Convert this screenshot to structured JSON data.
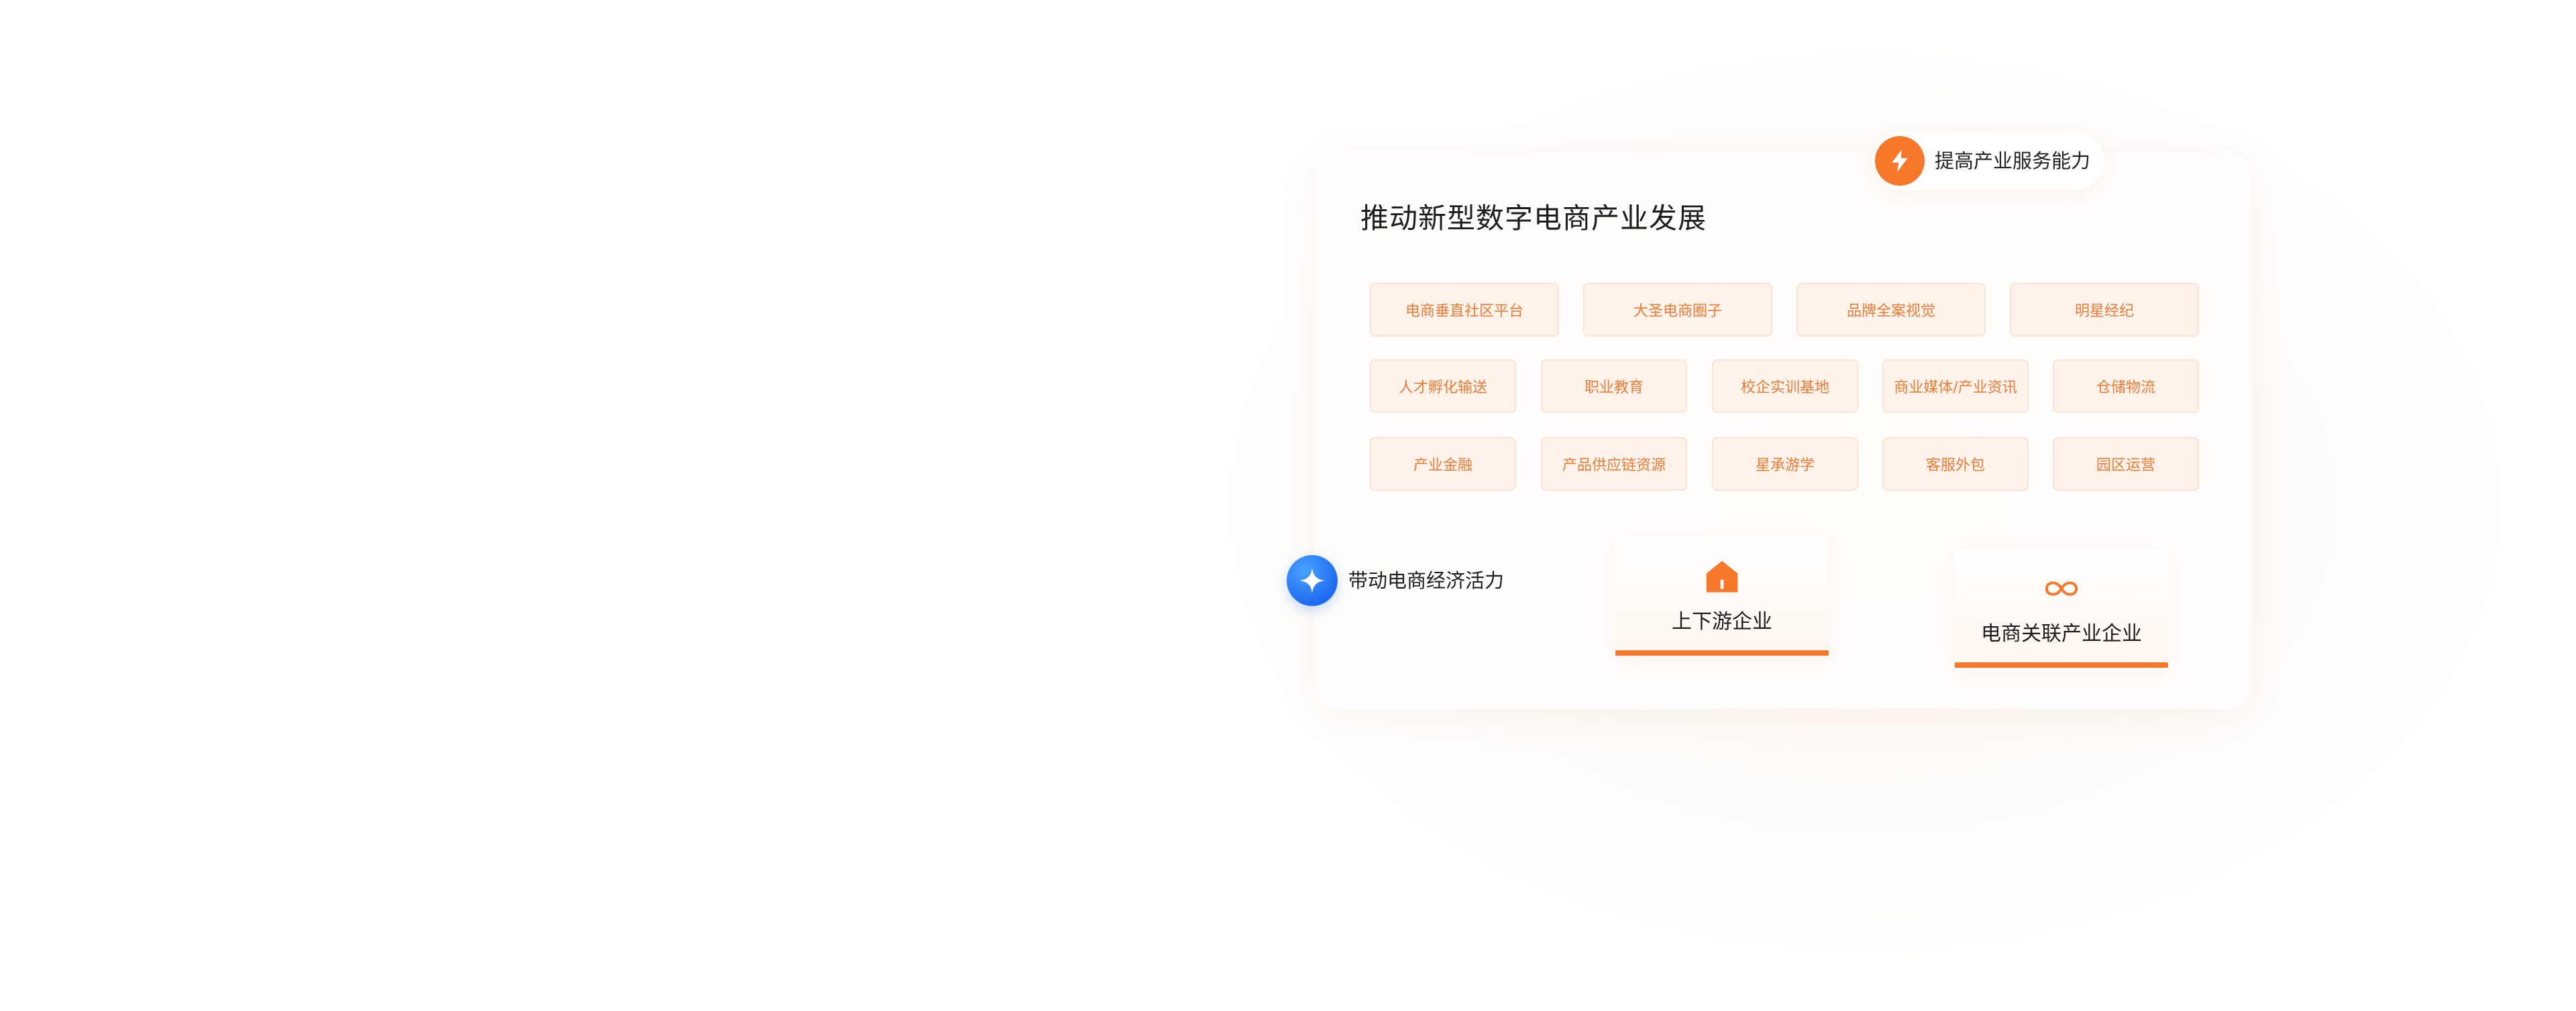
{
  "title": "推动新型数字电商产业发展",
  "top_pill": {
    "label": "提高产业服务能力",
    "icon": "lightning-icon",
    "color": "#f7782a"
  },
  "rows": [
    [
      "电商垂直社区平台",
      "大圣电商圈子",
      "品牌全案视觉",
      "明星经纪"
    ],
    [
      "人才孵化输送",
      "职业教育",
      "校企实训基地",
      "商业媒体/产业资讯",
      "仓储物流"
    ],
    [
      "产业金融",
      "产品供应链资源",
      "星承游学",
      "客服外包",
      "园区运营"
    ]
  ],
  "side_badge": {
    "label": "带动电商经济活力",
    "icon": "sparkle-icon",
    "color": "#1e6cf0"
  },
  "boxes": [
    {
      "label": "上下游企业",
      "icon": "house-icon"
    },
    {
      "label": "电商关联产业企业",
      "icon": "infinity-icon"
    }
  ],
  "accent_color": "#f7782a",
  "tag_text_color": "#f07a33"
}
